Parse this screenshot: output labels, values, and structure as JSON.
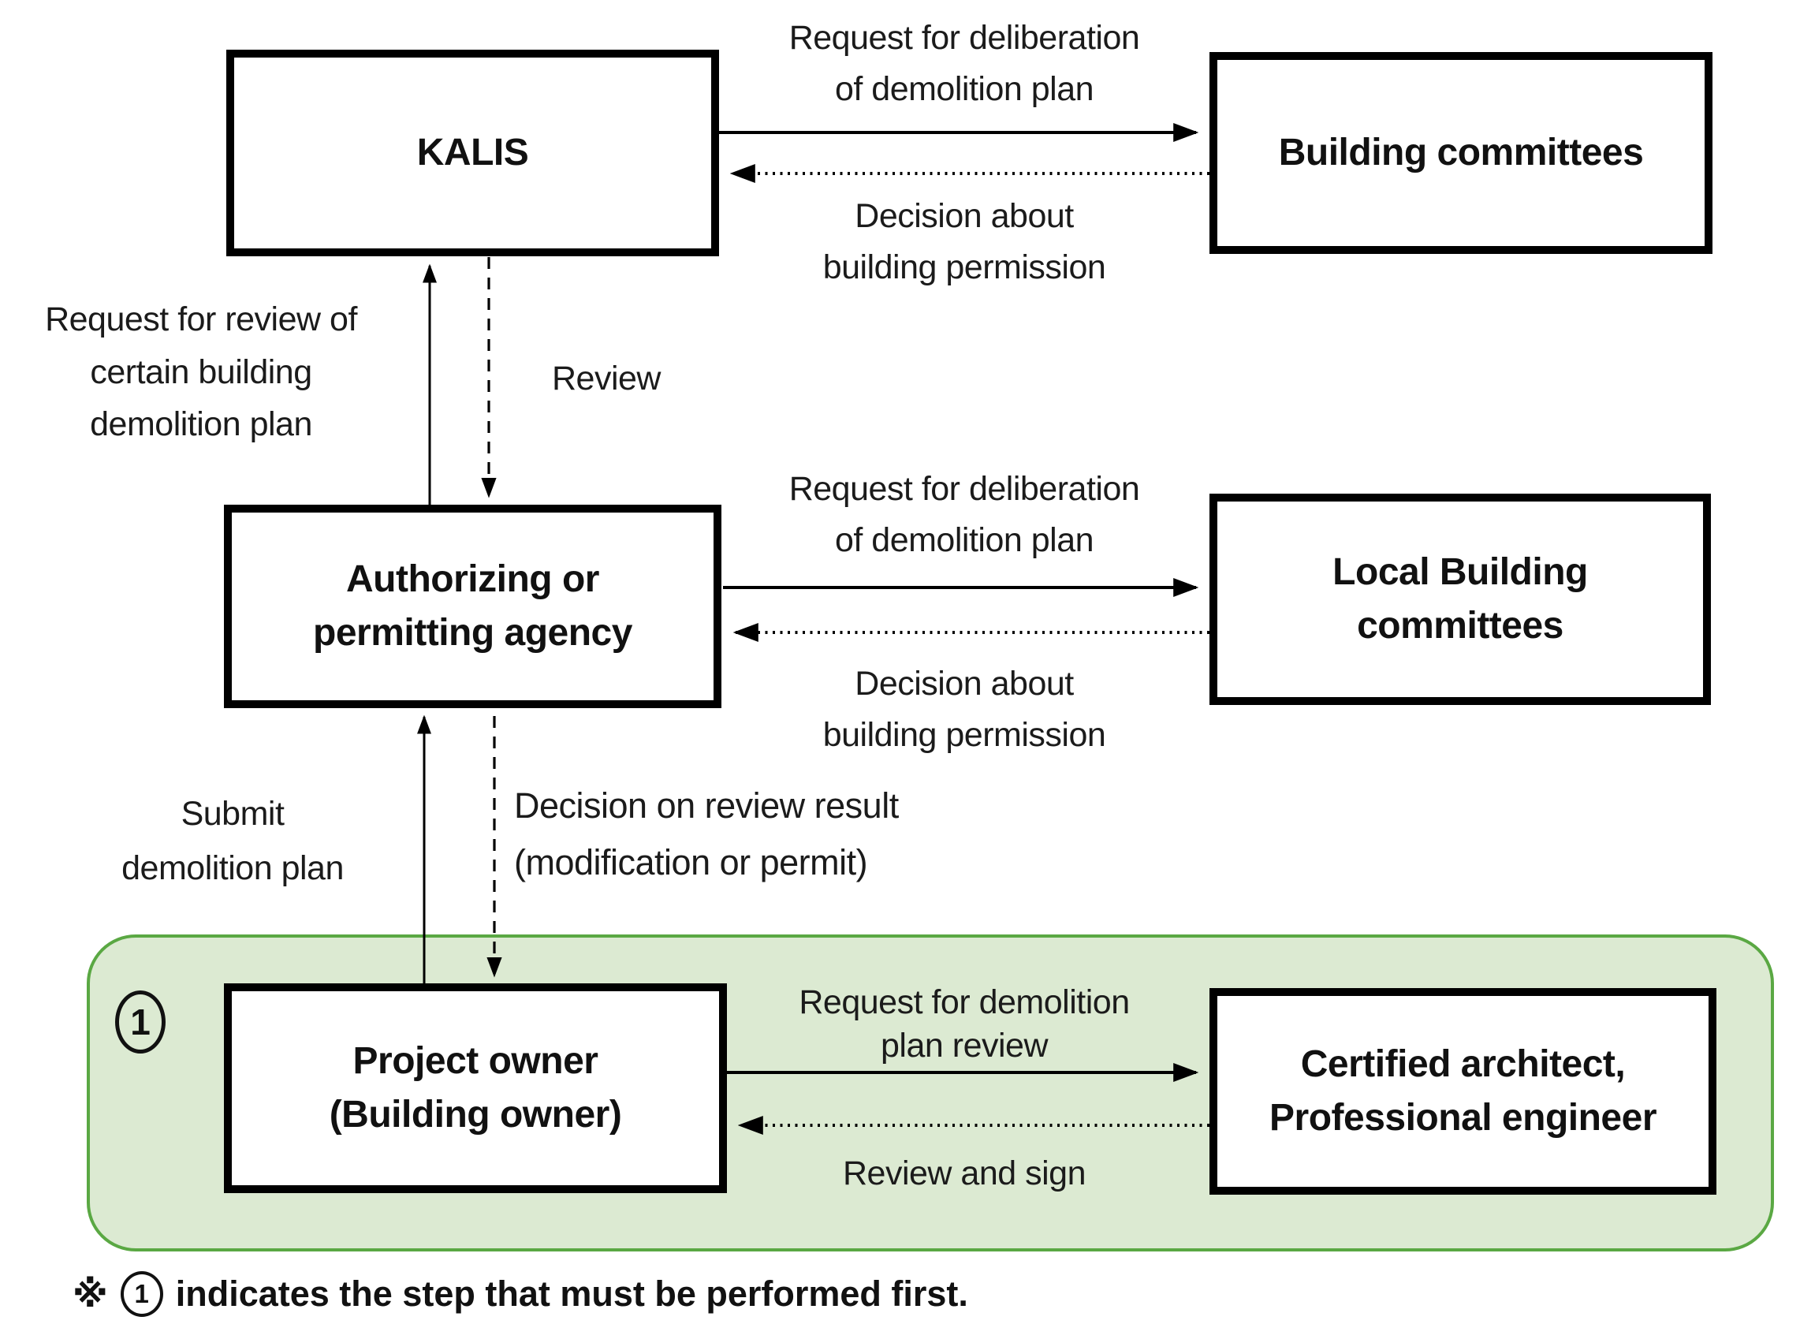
{
  "palette": {
    "panel_fill": "#dcead2",
    "panel_border": "#5aa843",
    "box_border": "#000000",
    "box_fill": "#ffffff",
    "line_color": "#000000"
  },
  "nodes": {
    "kalis": {
      "label": "KALIS"
    },
    "building_committees": {
      "label": "Building committees"
    },
    "authorizing_agency": {
      "label": "Authorizing or\npermitting agency"
    },
    "local_building_committees": {
      "label": "Local Building\ncommittees"
    },
    "project_owner": {
      "label": "Project owner\n(Building owner)"
    },
    "certified_architect": {
      "label": "Certified architect,\nProfessional engineer"
    }
  },
  "edges": {
    "kalis_to_building_committees": {
      "label": "Request for deliberation\nof demolition plan",
      "style": "solid-arrow-right"
    },
    "building_committees_to_kalis": {
      "label": "Decision about\nbuilding permission",
      "style": "dotted-arrow-left"
    },
    "agency_to_kalis": {
      "label": "Request for review of\ncertain building\ndemolition plan",
      "style": "solid-arrow-up"
    },
    "kalis_to_agency": {
      "label": "Review",
      "style": "dashed-arrow-down"
    },
    "agency_to_local_committees": {
      "label": "Request for deliberation\nof demolition plan",
      "style": "solid-arrow-right"
    },
    "local_committees_to_agency": {
      "label": "Decision about\nbuilding permission",
      "style": "dotted-arrow-left"
    },
    "owner_to_agency": {
      "label": "Submit\ndemolition plan",
      "style": "solid-arrow-up"
    },
    "agency_to_owner": {
      "label": "Decision on review result\n(modification or permit)",
      "style": "dashed-arrow-down"
    },
    "owner_to_architect": {
      "label": "Request for demolition\nplan review",
      "style": "solid-arrow-right"
    },
    "architect_to_owner": {
      "label": "Review and sign",
      "style": "dotted-arrow-left"
    }
  },
  "badge": {
    "number": "1"
  },
  "note": {
    "ref_mark": "※",
    "step_number": "1",
    "text": "indicates the step that must be performed first."
  }
}
